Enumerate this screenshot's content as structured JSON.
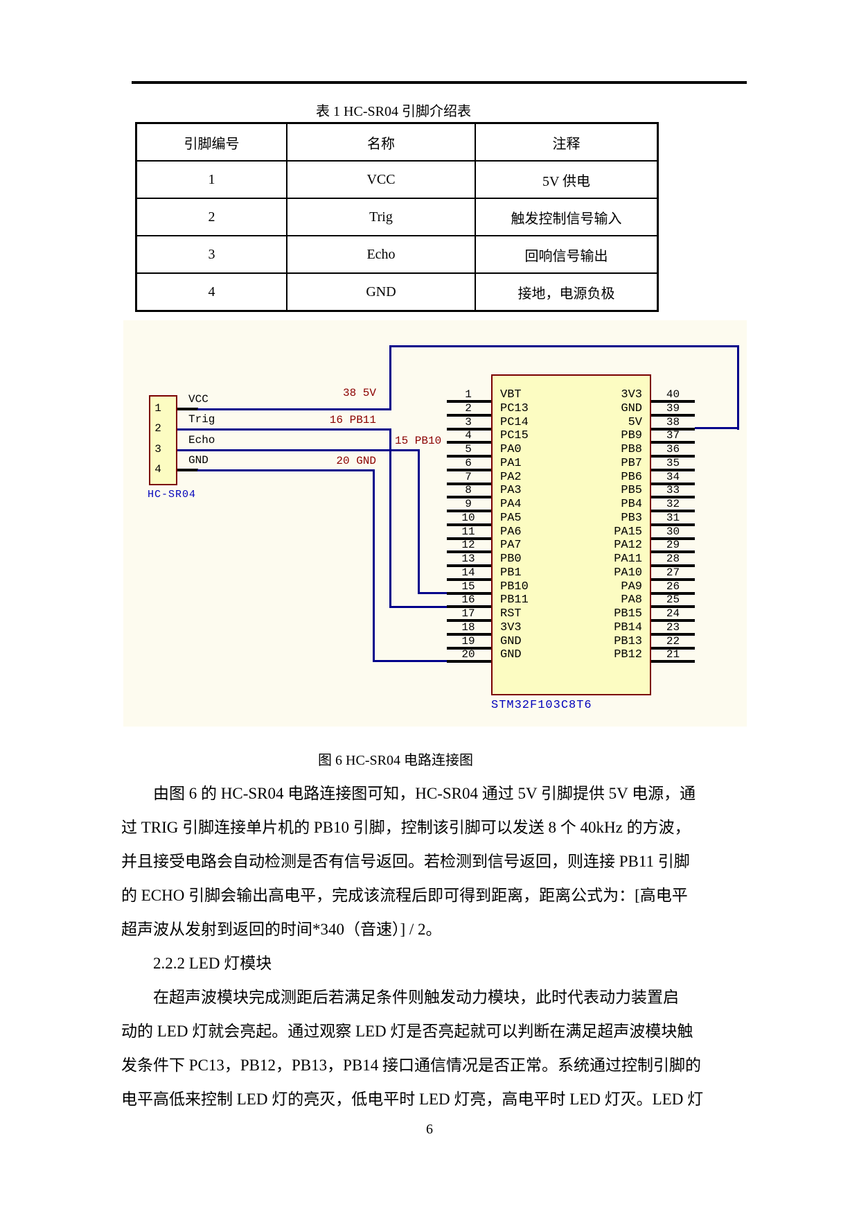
{
  "page": {
    "number": "6"
  },
  "pin_table": {
    "title": "表 1 HC-SR04 引脚介绍表",
    "headers": [
      "引脚编号",
      "名称",
      "注释"
    ],
    "rows": [
      [
        "1",
        "VCC",
        "5V 供电"
      ],
      [
        "2",
        "Trig",
        "触发控制信号输入"
      ],
      [
        "3",
        "Echo",
        "回响信号输出"
      ],
      [
        "4",
        "GND",
        "接地，电源负极"
      ]
    ]
  },
  "diagram": {
    "hc_sr04": {
      "label": "HC-SR04",
      "pins": [
        {
          "num": "1",
          "name": "VCC"
        },
        {
          "num": "2",
          "name": "Trig"
        },
        {
          "num": "3",
          "name": "Echo"
        },
        {
          "num": "4",
          "name": "GND"
        }
      ]
    },
    "net_labels": {
      "vcc": "38 5V",
      "trig": "16 PB11",
      "echo": "15 PB10",
      "gnd": "20 GND"
    },
    "chip": {
      "label": "STM32F103C8T6",
      "left_pins": [
        {
          "num": "1",
          "name": "VBT"
        },
        {
          "num": "2",
          "name": "PC13"
        },
        {
          "num": "3",
          "name": "PC14"
        },
        {
          "num": "4",
          "name": "PC15"
        },
        {
          "num": "5",
          "name": "PA0"
        },
        {
          "num": "6",
          "name": "PA1"
        },
        {
          "num": "7",
          "name": "PA2"
        },
        {
          "num": "8",
          "name": "PA3"
        },
        {
          "num": "9",
          "name": "PA4"
        },
        {
          "num": "10",
          "name": "PA5"
        },
        {
          "num": "11",
          "name": "PA6"
        },
        {
          "num": "12",
          "name": "PA7"
        },
        {
          "num": "13",
          "name": "PB0"
        },
        {
          "num": "14",
          "name": "PB1"
        },
        {
          "num": "15",
          "name": "PB10"
        },
        {
          "num": "16",
          "name": "PB11"
        },
        {
          "num": "17",
          "name": "RST"
        },
        {
          "num": "18",
          "name": "3V3"
        },
        {
          "num": "19",
          "name": "GND"
        },
        {
          "num": "20",
          "name": "GND"
        }
      ],
      "right_pins": [
        {
          "num": "40",
          "name": "3V3"
        },
        {
          "num": "39",
          "name": "GND"
        },
        {
          "num": "38",
          "name": "5V"
        },
        {
          "num": "37",
          "name": "PB9"
        },
        {
          "num": "36",
          "name": "PB8"
        },
        {
          "num": "35",
          "name": "PB7"
        },
        {
          "num": "34",
          "name": "PB6"
        },
        {
          "num": "33",
          "name": "PB5"
        },
        {
          "num": "32",
          "name": "PB4"
        },
        {
          "num": "31",
          "name": "PB3"
        },
        {
          "num": "30",
          "name": "PA15"
        },
        {
          "num": "29",
          "name": "PA12"
        },
        {
          "num": "28",
          "name": "PA11"
        },
        {
          "num": "27",
          "name": "PA10"
        },
        {
          "num": "26",
          "name": "PA9"
        },
        {
          "num": "25",
          "name": "PA8"
        },
        {
          "num": "24",
          "name": "PB15"
        },
        {
          "num": "23",
          "name": "PB14"
        },
        {
          "num": "22",
          "name": "PB13"
        },
        {
          "num": "21",
          "name": "PB12"
        }
      ]
    },
    "colors": {
      "wire": "#00008B",
      "net_label": "#8B0000",
      "component_label": "#0000BB",
      "component_fill": "#FCFCC2",
      "component_border": "#7B0000",
      "panel_bg": "#FDFBEF"
    }
  },
  "figure_caption": "图 6 HC-SR04 电路连接图",
  "body": {
    "lines": [
      {
        "text": "由图 6 的 HC-SR04 电路连接图可知，HC-SR04 通过 5V 引脚提供 5V 电源，通",
        "indent": true
      },
      {
        "text": "过 TRIG 引脚连接单片机的 PB10 引脚，控制该引脚可以发送 8 个 40kHz 的方波，",
        "indent": false
      },
      {
        "text": "并且接受电路会自动检测是否有信号返回。若检测到信号返回，则连接 PB11 引脚",
        "indent": false
      },
      {
        "text": "的 ECHO 引脚会输出高电平，完成该流程后即可得到距离，距离公式为：[高电平",
        "indent": false
      },
      {
        "text": "超声波从发射到返回的时间*340（音速）] / 2。",
        "indent": false
      },
      {
        "text": "2.2.2 LED 灯模块",
        "indent": true
      },
      {
        "text": "在超声波模块完成测距后若满足条件则触发动力模块，此时代表动力装置启",
        "indent": true
      },
      {
        "text": "动的 LED 灯就会亮起。通过观察 LED 灯是否亮起就可以判断在满足超声波模块触",
        "indent": false
      },
      {
        "text": "发条件下 PC13，PB12，PB13，PB14 接口通信情况是否正常。系统通过控制引脚的",
        "indent": false
      },
      {
        "text": "电平高低来控制 LED 灯的亮灭，低电平时 LED 灯亮，高电平时 LED 灯灭。LED 灯",
        "indent": false
      }
    ]
  }
}
